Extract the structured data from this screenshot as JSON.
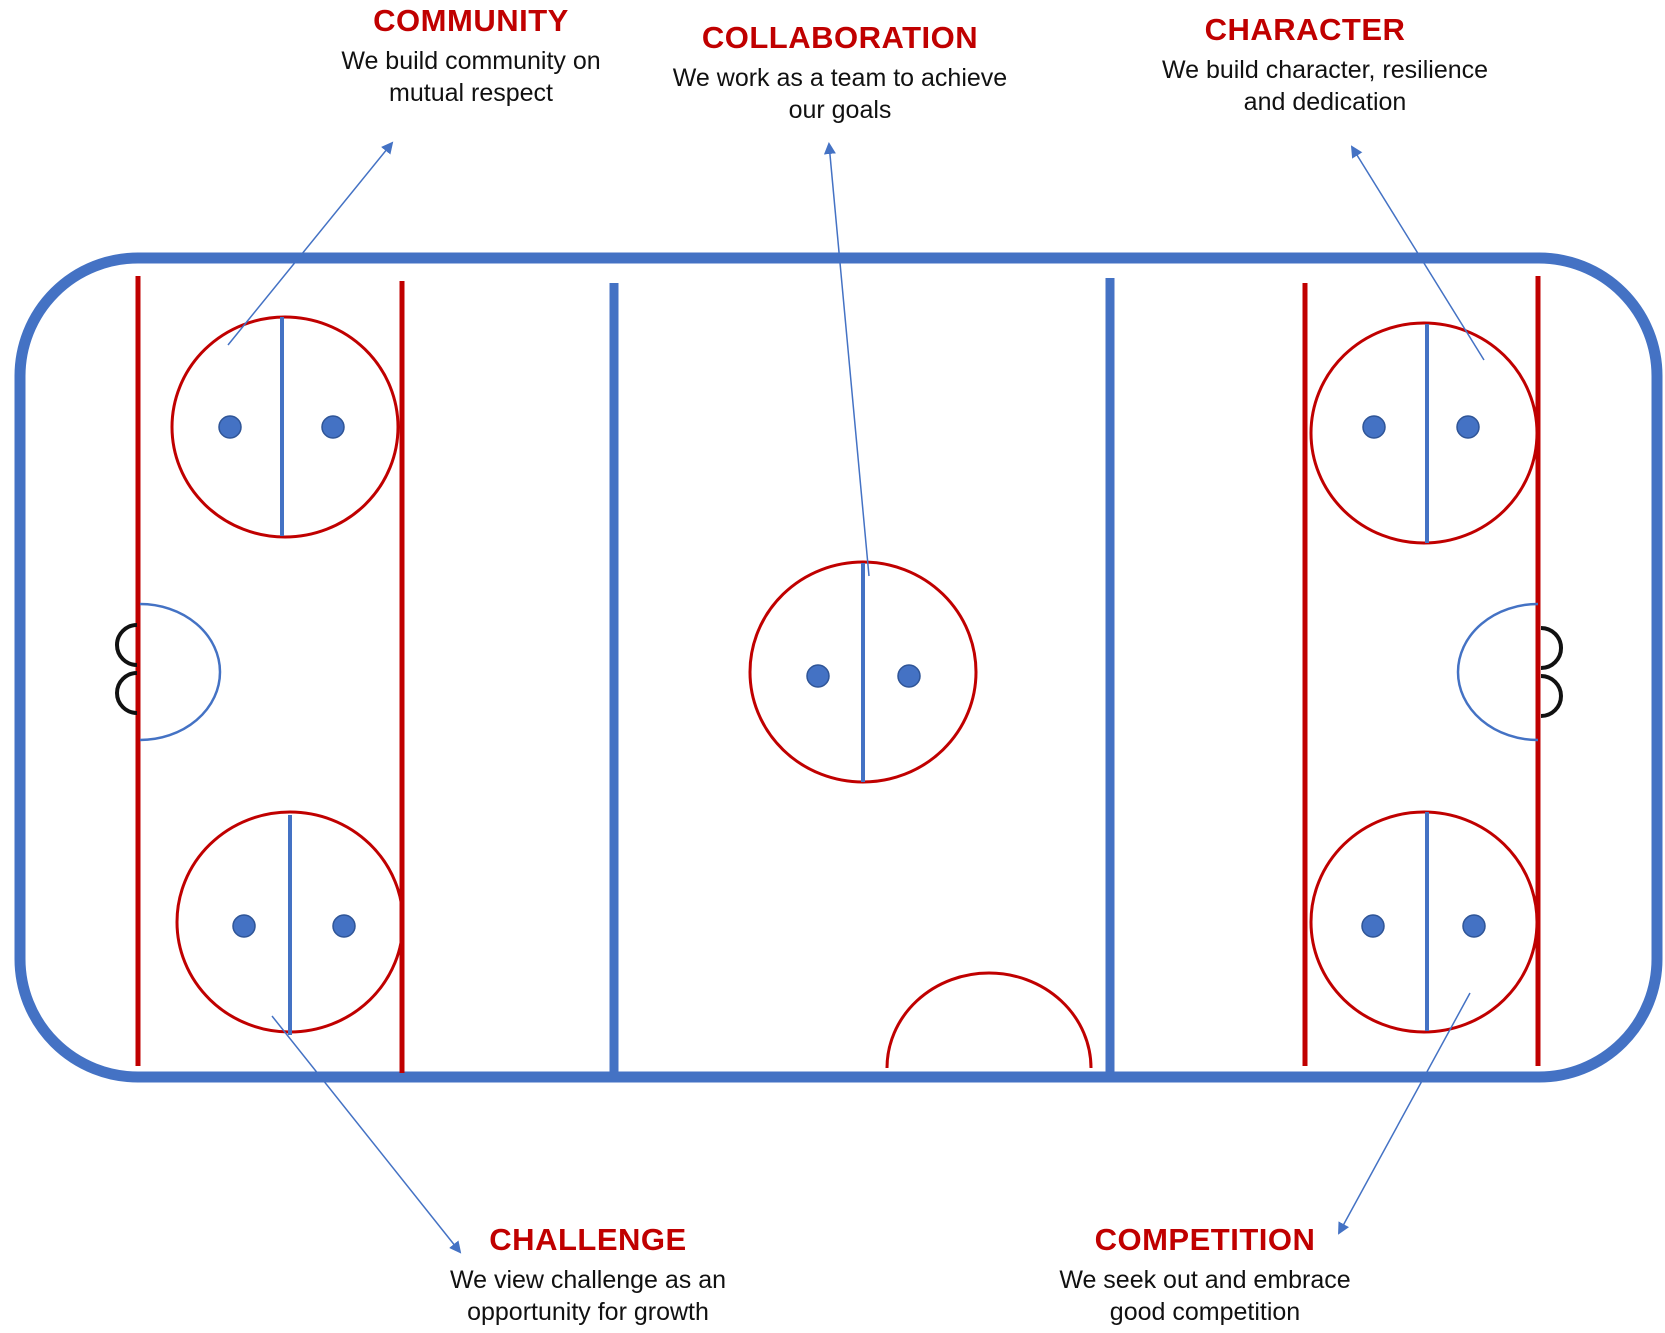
{
  "colors": {
    "title": "#c00000",
    "rink_blue": "#4472c4",
    "rink_red": "#c00000",
    "net": "#111111",
    "text": "#111111"
  },
  "values": [
    {
      "id": "community",
      "title": "COMMUNITY",
      "description": "We build community on mutual respect"
    },
    {
      "id": "collaboration",
      "title": "COLLABORATION",
      "description": "We work as a team to achieve our goals"
    },
    {
      "id": "character",
      "title": "CHARACTER",
      "description": "We build character, resilience and dedication"
    },
    {
      "id": "challenge",
      "title": "CHALLENGE",
      "description": "We view challenge as an opportunity for growth"
    },
    {
      "id": "competition",
      "title": "COMPETITION",
      "description": "We seek out and embrace good competition"
    }
  ]
}
